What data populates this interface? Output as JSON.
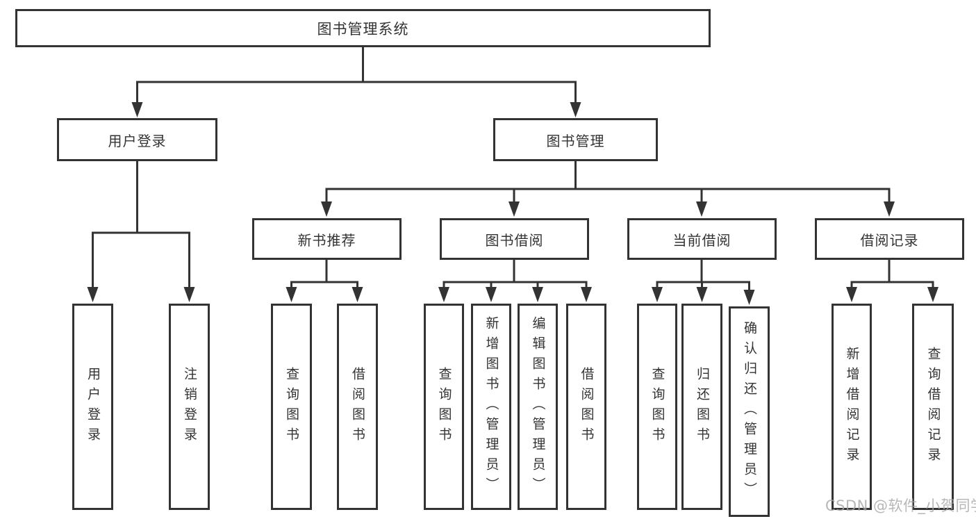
{
  "diagram": {
    "line_color": "#333333",
    "box_background": "#ffffff",
    "root": {
      "label": "图书管理系统"
    },
    "branches": [
      {
        "label": "用户登录",
        "children": [
          {
            "label": "用户登录"
          },
          {
            "label": "注销登录"
          }
        ]
      },
      {
        "label": "图书管理",
        "children": [
          {
            "label": "新书推荐",
            "children": [
              {
                "label": "查询图书"
              },
              {
                "label": "借阅图书"
              }
            ]
          },
          {
            "label": "图书借阅",
            "children": [
              {
                "label": "查询图书"
              },
              {
                "label": "新增图书（管理员）"
              },
              {
                "label": "编辑图书（管理员）"
              },
              {
                "label": "借阅图书"
              }
            ]
          },
          {
            "label": "当前借阅",
            "children": [
              {
                "label": "查询图书"
              },
              {
                "label": "归还图书"
              },
              {
                "label": "确认归还（管理员）"
              }
            ]
          },
          {
            "label": "借阅记录",
            "children": [
              {
                "label": "新增借阅记录"
              },
              {
                "label": "查询借阅记录"
              }
            ]
          }
        ]
      }
    ]
  },
  "watermark": {
    "text": "CSDN @软件_小贺同学",
    "color": "#a6a6a6"
  }
}
